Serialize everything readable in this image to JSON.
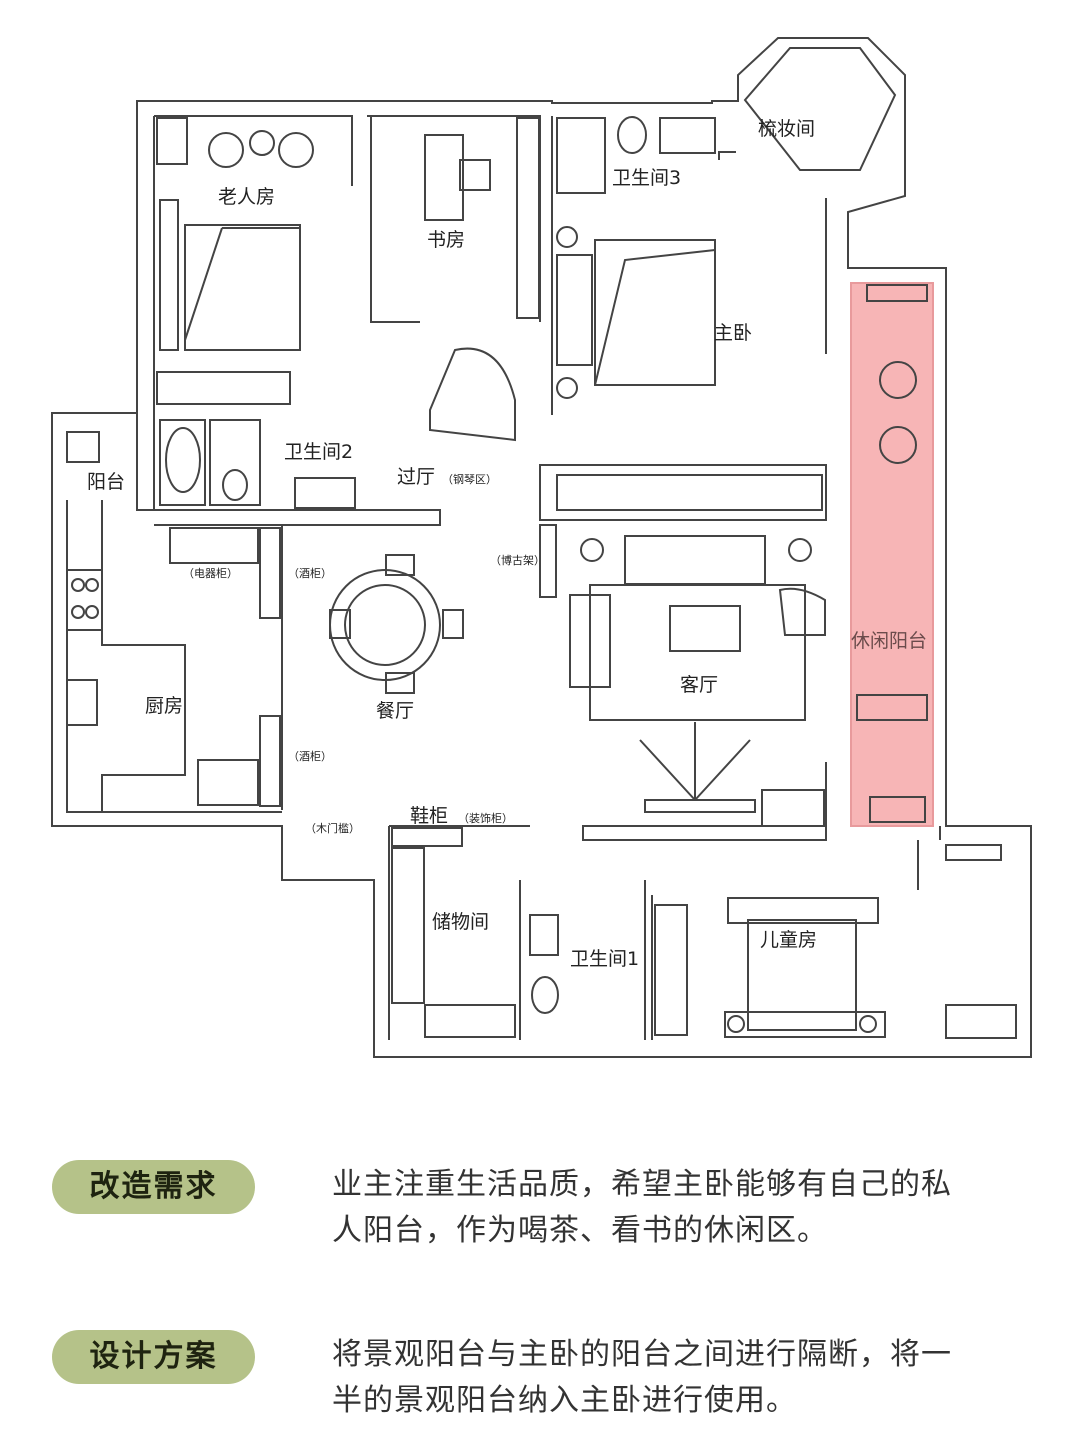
{
  "floorplan": {
    "rooms": {
      "elder_room": "老人房",
      "study": "书房",
      "bath3": "卫生间3",
      "dressing": "梳妆间",
      "master": "主卧",
      "bath2": "卫生间2",
      "balcony": "阳台",
      "hall": "过厅",
      "hall_note": "（钢琴区）",
      "curio": "（博古架）",
      "appliance": "（电器柜）",
      "wine1": "（酒柜）",
      "wine2": "（酒柜）",
      "kitchen": "厨房",
      "dining": "餐厅",
      "living": "客厅",
      "leisure": "休闲阳台",
      "shoe": "鞋柜",
      "deco": "（装饰柜）",
      "sill": "（木门槛）",
      "storage": "储物间",
      "bath1": "卫生间1",
      "kids": "儿童房"
    },
    "highlight_color": "#f7b5b6"
  },
  "sections": [
    {
      "tag": "改造需求",
      "lines": [
        "业主注重生活品质，希望主卧能够有自己的私",
        "人阳台，作为喝茶、看书的休闲区。"
      ]
    },
    {
      "tag": "设计方案",
      "lines": [
        "将景观阳台与主卧的阳台之间进行隔断，将一",
        "半的景观阳台纳入主卧进行使用。"
      ]
    }
  ]
}
